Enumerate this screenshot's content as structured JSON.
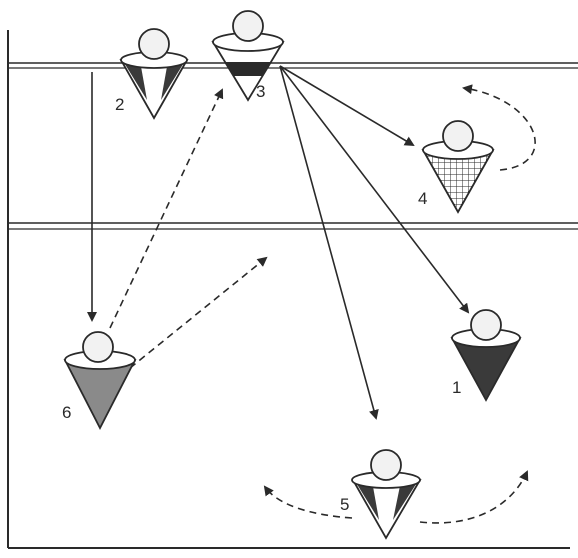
{
  "players": [
    {
      "id": "p1",
      "label": "1",
      "style": "dark-solid"
    },
    {
      "id": "p2",
      "label": "2",
      "style": "split-dark"
    },
    {
      "id": "p3",
      "label": "3",
      "style": "white-dark-band"
    },
    {
      "id": "p4",
      "label": "4",
      "style": "checkered"
    },
    {
      "id": "p5",
      "label": "5",
      "style": "split-dark"
    },
    {
      "id": "p6",
      "label": "6",
      "style": "grey-shaded"
    }
  ],
  "colors": {
    "line": "#2a2a2a",
    "dark_cone": "#3a3a3a",
    "grey_cone": "#8a8a8a",
    "background": "#ffffff"
  }
}
